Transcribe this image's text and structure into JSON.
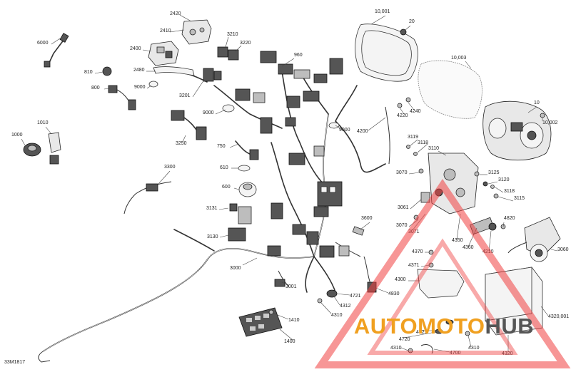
{
  "diagram": {
    "parts": [
      {
        "id": "p2420",
        "label": "2420"
      },
      {
        "id": "p2410",
        "label": "2410"
      },
      {
        "id": "p2400",
        "label": "2400"
      },
      {
        "id": "p2480",
        "label": "2480"
      },
      {
        "id": "p6000",
        "label": "6000"
      },
      {
        "id": "p810",
        "label": "810"
      },
      {
        "id": "p800",
        "label": "800"
      },
      {
        "id": "p9000a",
        "label": "9000"
      },
      {
        "id": "p3210",
        "label": "3210"
      },
      {
        "id": "p3220",
        "label": "3220"
      },
      {
        "id": "p3201",
        "label": "3201"
      },
      {
        "id": "p9000b",
        "label": "9000"
      },
      {
        "id": "p960",
        "label": "960"
      },
      {
        "id": "p10001",
        "label": "10,001"
      },
      {
        "id": "p20",
        "label": "20"
      },
      {
        "id": "p10003",
        "label": "10,003"
      },
      {
        "id": "p4220",
        "label": "4220"
      },
      {
        "id": "p4240",
        "label": "4240"
      },
      {
        "id": "p10",
        "label": "10"
      },
      {
        "id": "p10002",
        "label": "10,002"
      },
      {
        "id": "p1010",
        "label": "1010"
      },
      {
        "id": "p1000",
        "label": "1000"
      },
      {
        "id": "p3250",
        "label": "3250"
      },
      {
        "id": "p750",
        "label": "750"
      },
      {
        "id": "p610",
        "label": "610"
      },
      {
        "id": "p600",
        "label": "600"
      },
      {
        "id": "p9000c",
        "label": "9000"
      },
      {
        "id": "p4200",
        "label": "4200"
      },
      {
        "id": "p3119",
        "label": "3119"
      },
      {
        "id": "p3118a",
        "label": "3118"
      },
      {
        "id": "p3110",
        "label": "3110"
      },
      {
        "id": "p3300",
        "label": "3300"
      },
      {
        "id": "p3070a",
        "label": "3070"
      },
      {
        "id": "p3125",
        "label": "3125"
      },
      {
        "id": "p3120",
        "label": "3120"
      },
      {
        "id": "p3118b",
        "label": "3118"
      },
      {
        "id": "p3115",
        "label": "3115"
      },
      {
        "id": "p3061",
        "label": "3061"
      },
      {
        "id": "p3131",
        "label": "3131"
      },
      {
        "id": "p3600",
        "label": "3600"
      },
      {
        "id": "p3070b",
        "label": "3070"
      },
      {
        "id": "p3071",
        "label": "3071"
      },
      {
        "id": "p4820",
        "label": "4820"
      },
      {
        "id": "p3130",
        "label": "3130"
      },
      {
        "id": "p4350",
        "label": "4350"
      },
      {
        "id": "p4360",
        "label": "4360"
      },
      {
        "id": "p4210",
        "label": "4210"
      },
      {
        "id": "p3060",
        "label": "3060"
      },
      {
        "id": "p4370",
        "label": "4370"
      },
      {
        "id": "p3000",
        "label": "3000"
      },
      {
        "id": "p4371",
        "label": "4371"
      },
      {
        "id": "p4300",
        "label": "4300"
      },
      {
        "id": "p3001",
        "label": "3001"
      },
      {
        "id": "p4721a",
        "label": "4721"
      },
      {
        "id": "p4312",
        "label": "4312"
      },
      {
        "id": "p4830",
        "label": "4830"
      },
      {
        "id": "p4310a",
        "label": "4310"
      },
      {
        "id": "p1410",
        "label": "1410"
      },
      {
        "id": "p4320001",
        "label": "4320,001"
      },
      {
        "id": "p4721b",
        "label": "4721"
      },
      {
        "id": "p4720",
        "label": "4720"
      },
      {
        "id": "p4310b",
        "label": "4310"
      },
      {
        "id": "p1400",
        "label": "1400"
      },
      {
        "id": "p4310c",
        "label": "4310"
      },
      {
        "id": "p4700",
        "label": "4700"
      },
      {
        "id": "p4320",
        "label": "4320"
      }
    ],
    "figure_code": "33M1817"
  },
  "watermark": {
    "text_part1": "AUTOMOTO",
    "text_part2": "HUB",
    "accent_color": "#f0a020",
    "dark_color": "#555555",
    "triangle_color": "#f04040"
  }
}
